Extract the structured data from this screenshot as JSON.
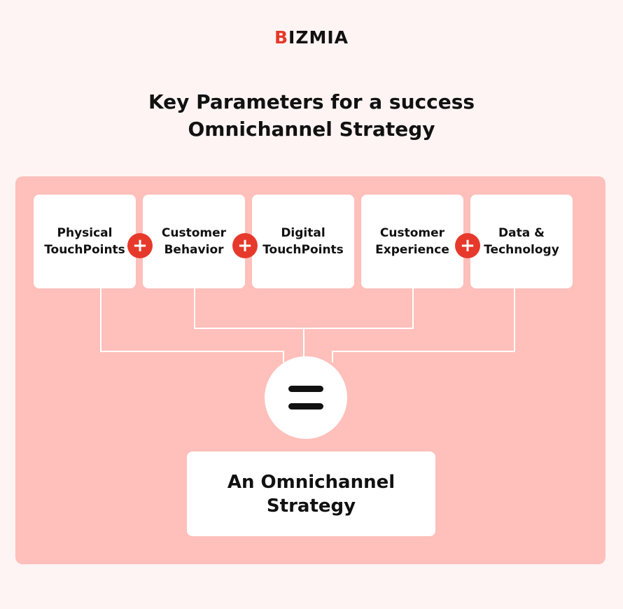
{
  "logo": {
    "accent": "B",
    "rest": "IZMIA"
  },
  "title": {
    "line1": "Key Parameters for a success",
    "line2": "Omnichannel Strategy"
  },
  "parameters": [
    {
      "line1": "Physical",
      "line2": "TouchPoints"
    },
    {
      "line1": "Customer",
      "line2": "Behavior"
    },
    {
      "line1": "Digital",
      "line2": "TouchPoints"
    },
    {
      "line1": "Customer",
      "line2": "Experience"
    },
    {
      "line1": "Data &",
      "line2": "Technology"
    }
  ],
  "operators": {
    "plus": "+"
  },
  "result": {
    "line1": "An Omnichannel",
    "line2": "Strategy"
  },
  "colors": {
    "background": "#fdf4f3",
    "panel": "#ffbfba",
    "accent": "#e6392b",
    "box": "#ffffff",
    "text": "#111111"
  }
}
